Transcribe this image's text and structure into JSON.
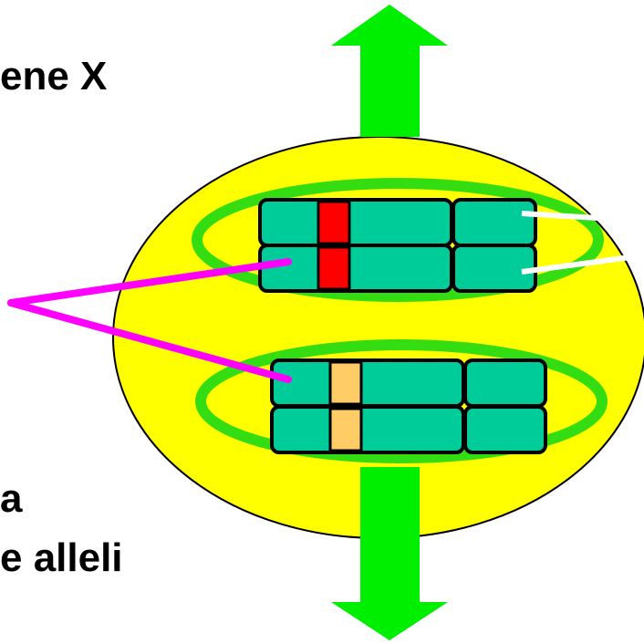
{
  "labels": {
    "gene_x": "ene  X",
    "a": "a",
    "alleli": "e alleli"
  },
  "colors": {
    "background": "#ffffff",
    "cell": "#ffff00",
    "arrow": "#00ee00",
    "spindle_ring": "#33dd11",
    "chromatid": "#00cc99",
    "allele_dominant": "#ff0000",
    "allele_recessive": "#ffcc66",
    "pointer_line": "#ff00ff",
    "centromere_line": "#ffffff"
  },
  "icons": {
    "arrow_up": "arrow-up-icon",
    "arrow_down": "arrow-down-icon"
  }
}
